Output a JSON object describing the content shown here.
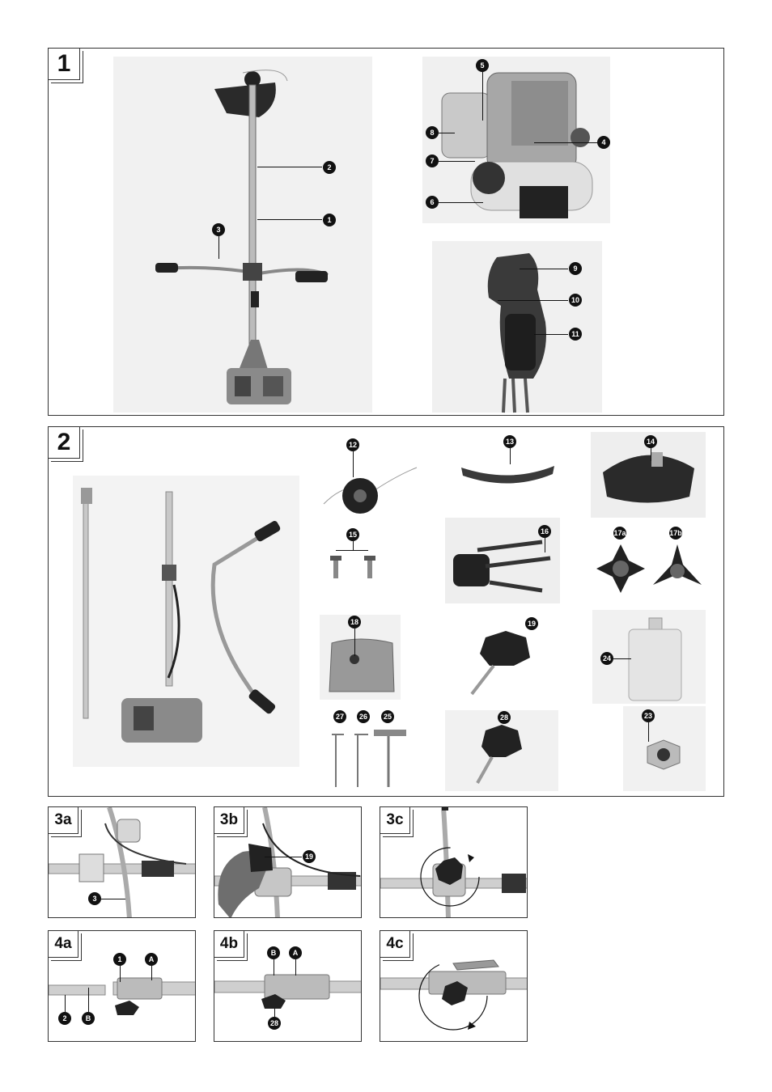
{
  "figures": {
    "fig1": {
      "label": "1"
    },
    "fig2": {
      "label": "2"
    },
    "fig3a": {
      "label": "3a"
    },
    "fig3b": {
      "label": "3b"
    },
    "fig3c": {
      "label": "3c"
    },
    "fig4a": {
      "label": "4a"
    },
    "fig4b": {
      "label": "4b"
    },
    "fig4c": {
      "label": "4c"
    }
  },
  "callouts": {
    "c1": "1",
    "c2": "2",
    "c3": "3",
    "c4": "4",
    "c5": "5",
    "c6": "6",
    "c7": "7",
    "c8": "8",
    "c9": "9",
    "c10": "10",
    "c11": "11",
    "c12": "12",
    "c13": "13",
    "c14": "14",
    "c15": "15",
    "c16": "16",
    "c17a": "17a",
    "c17b": "17b",
    "c18": "18",
    "c19": "19",
    "c23": "23",
    "c24": "24",
    "c25": "25",
    "c26": "26",
    "c27": "27",
    "c28": "28",
    "cA": "A",
    "cB": "B"
  }
}
